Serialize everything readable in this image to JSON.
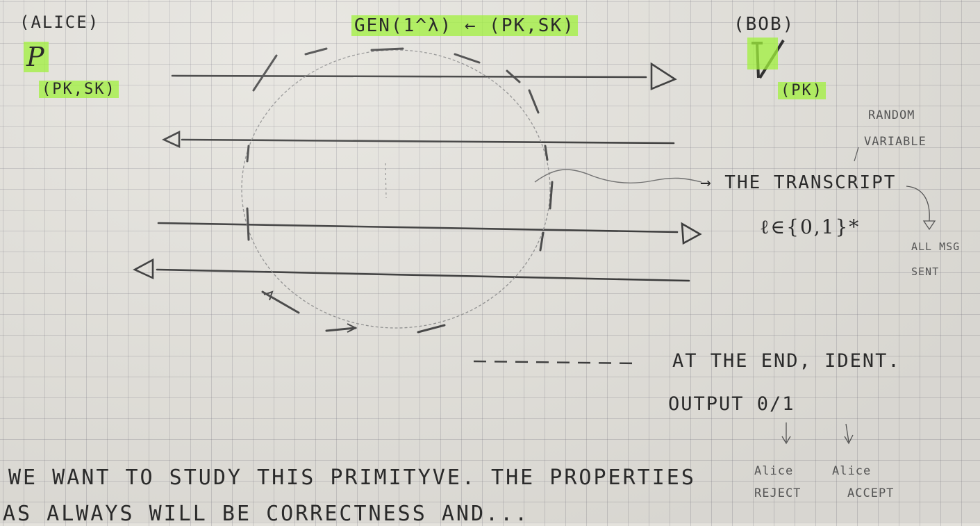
{
  "parties": {
    "alice_name": "(ALICE)",
    "alice_symbol": "P",
    "alice_keys": "(PK,SK)",
    "bob_name": "(BOB)",
    "bob_symbol": "V",
    "bob_key": "(PK)"
  },
  "gen": {
    "label": "GEN(1^λ) ← (PK,SK)"
  },
  "annotations": {
    "transcript": "→ THE TRANSCRIPT",
    "transcript_set": "ℓ∈{0,1}*",
    "random_variable_line1": "RANDOM",
    "random_variable_line2": "VARIABLE",
    "all_msg_line1": "ALL MSG",
    "all_msg_line2": "SENT",
    "end_line1": "AT THE END, IDENT.",
    "end_line2": "OUTPUT 0/1",
    "reject_line1": "Alice",
    "reject_line2": "REJECT",
    "accept_line1": "Alice",
    "accept_line2": "ACCEPT"
  },
  "notes": {
    "line1": "WE WANT TO STUDY THIS PRIMITYVE. THE PROPERTIES",
    "line2": "AS ALWAYS WILL BE CORRECTNESS AND..."
  },
  "colors": {
    "highlighter": "#a0f03c",
    "ink": "#2a2a2a",
    "paper": "#e4e2dc"
  }
}
